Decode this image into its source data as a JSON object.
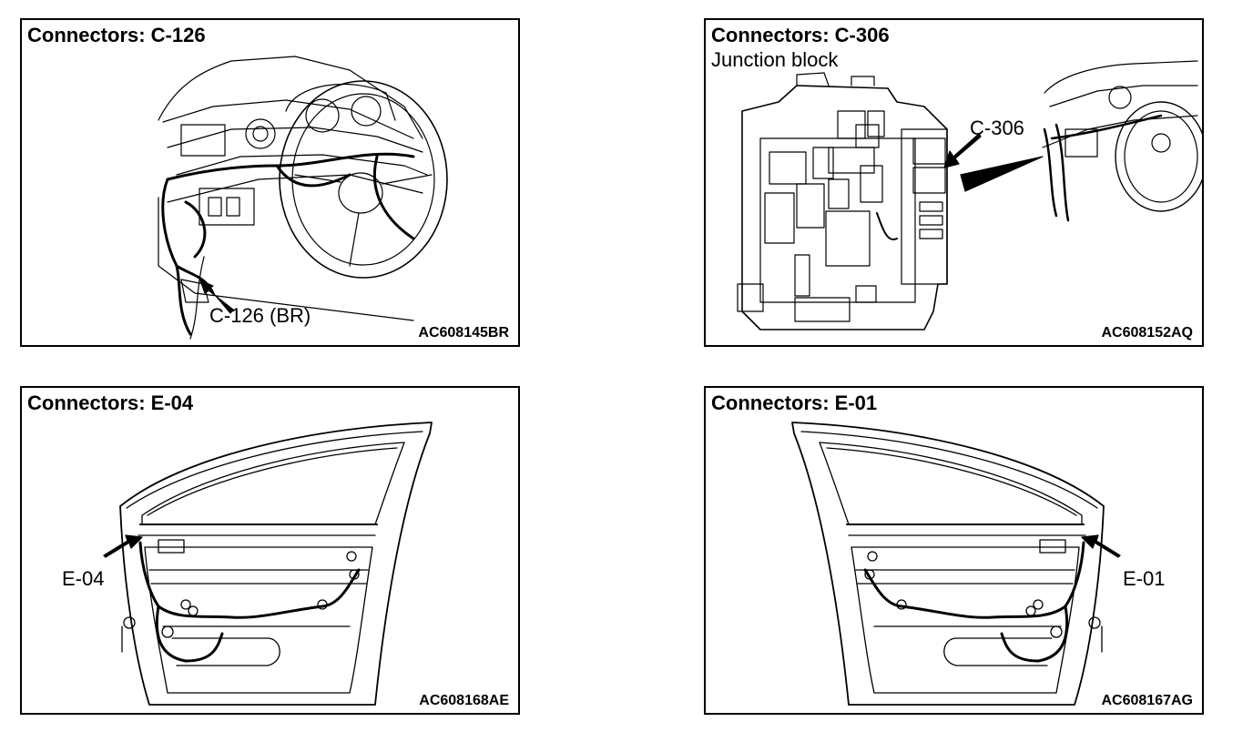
{
  "panels": [
    {
      "title": "Connectors: C-126",
      "callout": "C-126 (BR)",
      "code": "AC608145BR",
      "icon": "dashboard-illustration"
    },
    {
      "title": "Connectors: C-306",
      "subtitle": "Junction block",
      "callout": "C-306",
      "code": "AC608152AQ",
      "icon": "junction-block-illustration"
    },
    {
      "title": "Connectors: E-04",
      "callout": "E-04",
      "code": "AC608168AE",
      "icon": "door-illustration"
    },
    {
      "title": "Connectors: E-01",
      "callout": "E-01",
      "code": "AC608167AG",
      "icon": "door-illustration"
    }
  ]
}
